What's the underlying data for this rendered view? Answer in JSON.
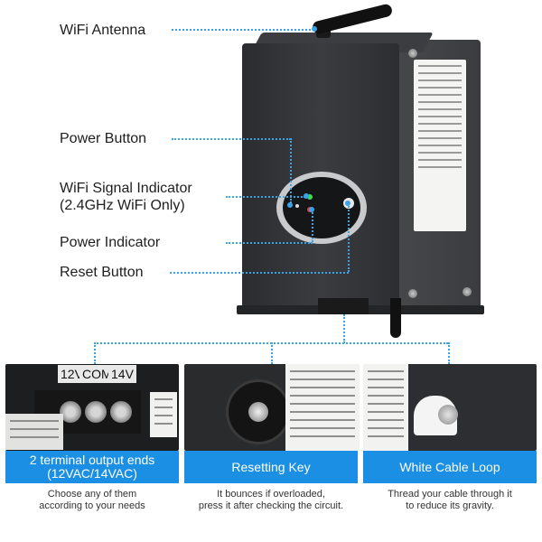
{
  "callouts": {
    "wifi_antenna": "WiFi Antenna",
    "power_button": "Power Button",
    "wifi_signal_line1": "WiFi Signal Indicator",
    "wifi_signal_line2": "(2.4GHz WiFi Only)",
    "power_indicator": "Power Indicator",
    "reset_button": "Reset Button"
  },
  "terminal_labels": [
    "12V",
    "COM",
    "14V"
  ],
  "panels": [
    {
      "title_line1": "2 terminal output ends",
      "title_line2": "(12VAC/14VAC)",
      "desc_line1": "Choose any of them",
      "desc_line2": "according to your needs"
    },
    {
      "title_line1": "Resetting Key",
      "title_line2": "",
      "desc_line1": "It bounces if overloaded,",
      "desc_line2": "press it after checking the circuit."
    },
    {
      "title_line1": "White Cable Loop",
      "title_line2": "",
      "desc_line1": "Thread your cable through it",
      "desc_line2": "to reduce its gravity."
    }
  ],
  "colors": {
    "accent": "#1b8fe3",
    "leader": "#3aa3e6",
    "green_led": "#3ddc4a",
    "red_led": "#e53935"
  }
}
